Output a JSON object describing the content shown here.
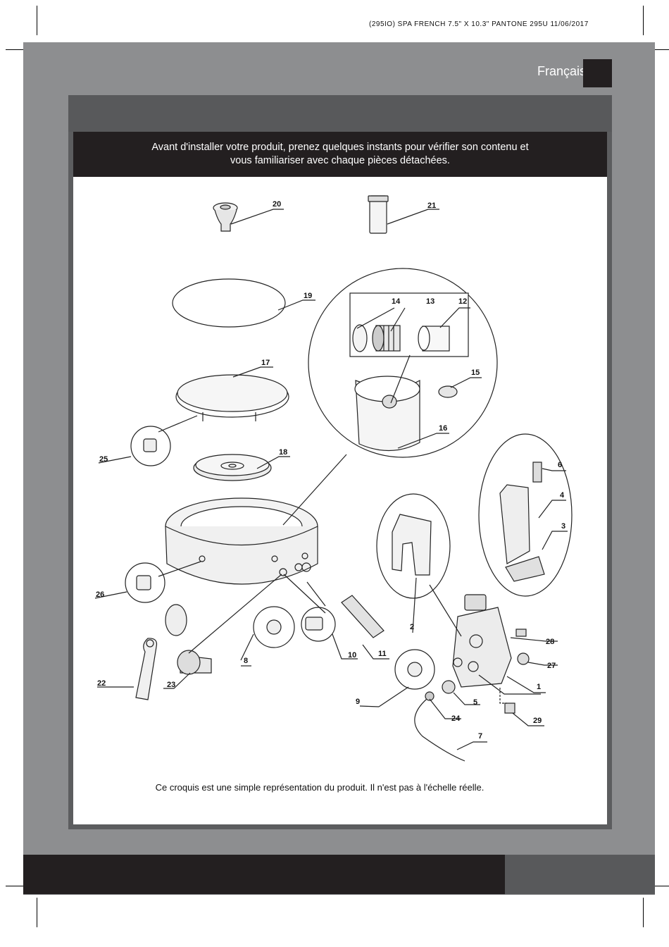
{
  "header": {
    "print_info": "(295IO)  SPA  FRENCH  7.5\" X 10.3\"  PANTONE 295U  11/06/2017",
    "language": "Français"
  },
  "title": {
    "line1": "Avant d'installer votre produit, prenez quelques instants pour vérifier son contenu et",
    "line2": "vous familiariser avec chaque pièces détachées."
  },
  "parts": {
    "p1": "1",
    "p2": "2",
    "p3": "3",
    "p4": "4",
    "p5": "5",
    "p6": "6",
    "p7": "7",
    "p8": "8",
    "p9": "9",
    "p10": "10",
    "p11": "11",
    "p12": "12",
    "p13": "13",
    "p14": "14",
    "p15": "15",
    "p16": "16",
    "p17": "17",
    "p18": "18",
    "p19": "19",
    "p20": "20",
    "p21": "21",
    "p22": "22",
    "p23": "23",
    "p24": "24",
    "p25": "25",
    "p26": "26",
    "p27": "27",
    "p28": "28",
    "p29": "29"
  },
  "note": "Ce croquis est une simple représentation du produit. Il n'est pas à l'échelle réelle."
}
